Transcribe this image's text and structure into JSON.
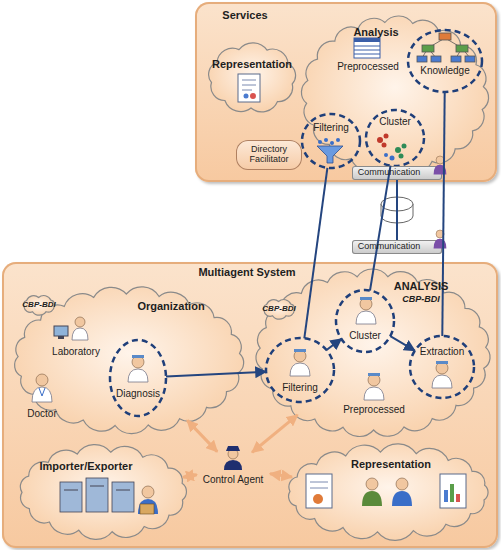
{
  "diagram": {
    "nodes": [
      {
        "text": [
          "Services"
        ]
      },
      {
        "text": [
          "Representation"
        ],
        "in": 0
      },
      {
        "text": [
          "Analysis"
        ],
        "in": 0
      },
      {
        "text": [
          "Preprocessed"
        ],
        "in": 2
      },
      {
        "text": [
          "Filtering"
        ],
        "in": 2
      },
      {
        "text": [
          "Cluster"
        ],
        "in": 2
      },
      {
        "text": [
          "Knowledge"
        ],
        "in": 2
      },
      {
        "text": [
          "Directory Facilitator"
        ],
        "in": 0
      },
      {
        "text": [
          "Communication"
        ]
      },
      {
        "text": [
          "Communication"
        ]
      },
      {
        "text": [
          "Multiagent System"
        ]
      },
      {
        "text": [
          "Organization"
        ],
        "in": 10
      },
      {
        "text": [
          "CBP-BDI"
        ],
        "in": 11
      },
      {
        "text": [
          "Laboratory"
        ],
        "in": 11
      },
      {
        "text": [
          "Doctor"
        ],
        "in": 11
      },
      {
        "text": [
          "Diagnosis"
        ],
        "in": 11
      },
      {
        "text": [
          "ANALYSIS",
          "CBP-BDI"
        ],
        "in": 10
      },
      {
        "text": [
          "CBP-BDI"
        ],
        "in": 16
      },
      {
        "text": [
          "Filtering"
        ],
        "in": 16
      },
      {
        "text": [
          "Cluster"
        ],
        "in": 16
      },
      {
        "text": [
          "Preprocessed"
        ],
        "in": 16
      },
      {
        "text": [
          "Extraction"
        ],
        "in": 16
      },
      {
        "text": [
          "Control Agent"
        ],
        "in": 10
      },
      {
        "text": [
          "Importer/Exporter"
        ],
        "in": 10
      },
      {
        "text": [
          "Representation"
        ],
        "in": 10
      }
    ],
    "edges": [
      {
        "from": 15,
        "to": 18,
        "arrow": "to"
      },
      {
        "from": 18,
        "to": 19,
        "arrow": "to"
      },
      {
        "from": 19,
        "to": 21,
        "arrow": "to"
      },
      {
        "from": 18,
        "to": 4,
        "arrow": "none"
      },
      {
        "from": 19,
        "to": 5,
        "arrow": "none"
      },
      {
        "from": 21,
        "to": 6,
        "arrow": "none"
      },
      {
        "from": 8,
        "to": 9,
        "arrow": "none"
      },
      {
        "from": 22,
        "to": 11,
        "arrow": "both"
      },
      {
        "from": 22,
        "to": 16,
        "arrow": "both"
      },
      {
        "from": 22,
        "to": 23,
        "arrow": "both"
      },
      {
        "from": 22,
        "to": 24,
        "arrow": "both"
      }
    ]
  }
}
